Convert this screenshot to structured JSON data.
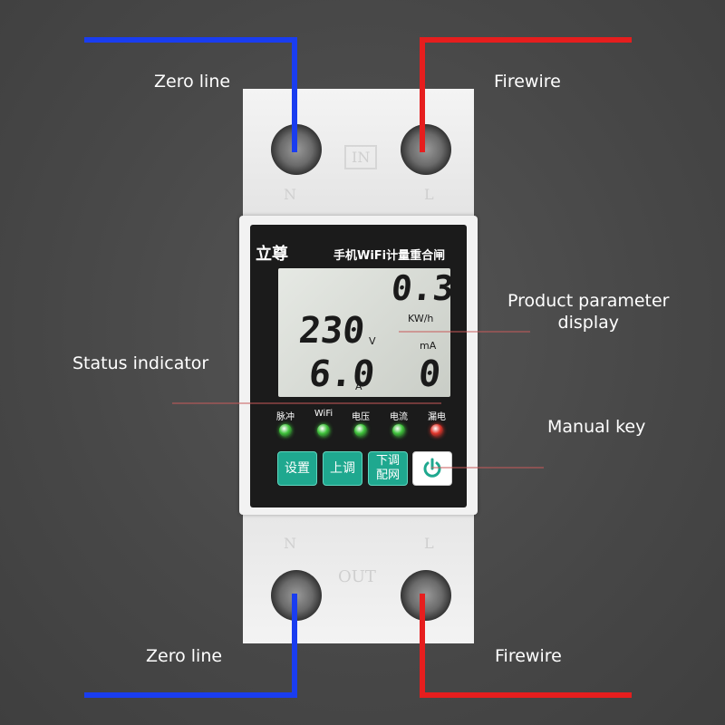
{
  "labels": {
    "zero_line_top": "Zero line",
    "firewire_top": "Firewire",
    "product_parameter_display": "Product parameter\ndisplay",
    "status_indicator": "Status indicator",
    "manual_key": "Manual key",
    "zero_line_bottom": "Zero line",
    "firewire_bottom": "Firewire"
  },
  "device": {
    "brand": "立尊",
    "product_name": "手机WiFi计量重合闸",
    "top_terminal_marks": [
      "N",
      "IN",
      "L"
    ],
    "bottom_terminal_marks": [
      "N",
      "OUT",
      "L"
    ],
    "display": {
      "energy_value": "0.3",
      "energy_unit": "KW/h",
      "voltage_value": "230",
      "voltage_unit": "V",
      "current_value": "6.0",
      "current_unit": "A",
      "leakage_unit": "mA",
      "leakage_value": "0"
    },
    "indicators": [
      {
        "label": "脉冲",
        "color": "#3ec23a"
      },
      {
        "label": "WiFi",
        "color": "#3ec23a"
      },
      {
        "label": "电压",
        "color": "#3ec23a"
      },
      {
        "label": "电流",
        "color": "#3ec23a"
      },
      {
        "label": "漏电",
        "color": "#e0352b"
      }
    ],
    "buttons": [
      {
        "label": "设置",
        "icon": null
      },
      {
        "label": "上调",
        "icon": null
      },
      {
        "label": "下调\n配网",
        "icon": null
      },
      {
        "label": "",
        "icon": "power-icon"
      }
    ]
  },
  "colors": {
    "zero_line_wire": "#1a3df0",
    "firewire_wire": "#e61e1e",
    "button_teal": "#1fa88f",
    "led_green": "#3ec23a",
    "led_red": "#e0352b"
  }
}
